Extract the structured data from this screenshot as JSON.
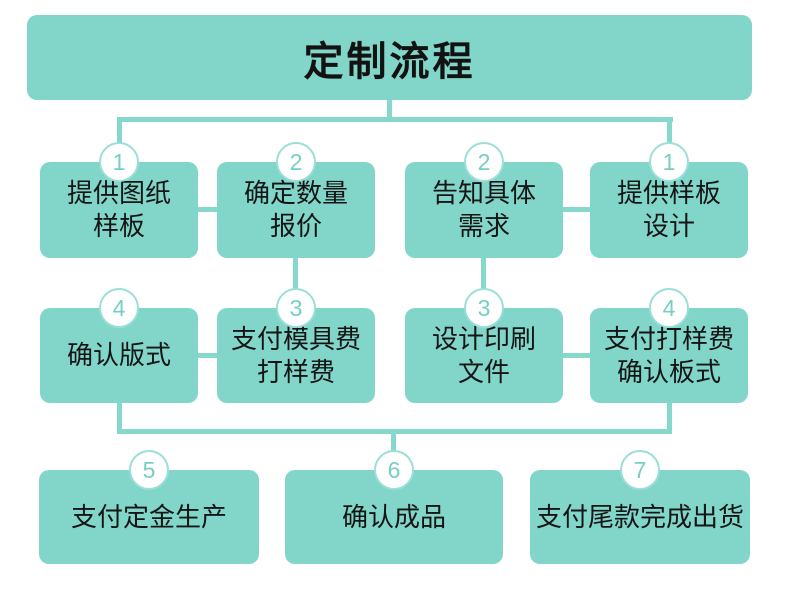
{
  "title": "定制流程",
  "colors": {
    "box_fill": "#81d5c9",
    "connector": "#86d8cd",
    "circle_border": "#9cdfd8",
    "circle_number": "#76cfc2",
    "circle_fill": "#ffffff",
    "text": "#151515",
    "background": "#ffffff"
  },
  "steps": [
    {
      "number": "1",
      "text": "提供图纸\n样板"
    },
    {
      "number": "2",
      "text": "确定数量\n报价"
    },
    {
      "number": "2",
      "text": "告知具体\n需求"
    },
    {
      "number": "1",
      "text": "提供样板\n设计"
    },
    {
      "number": "4",
      "text": "确认版式"
    },
    {
      "number": "3",
      "text": "支付模具费\n打样费"
    },
    {
      "number": "3",
      "text": "设计印刷\n文件"
    },
    {
      "number": "4",
      "text": "支付打样费\n确认板式"
    },
    {
      "number": "5",
      "text": "支付定金生产"
    },
    {
      "number": "6",
      "text": "确认成品"
    },
    {
      "number": "7",
      "text": "支付尾款完成出货"
    }
  ]
}
